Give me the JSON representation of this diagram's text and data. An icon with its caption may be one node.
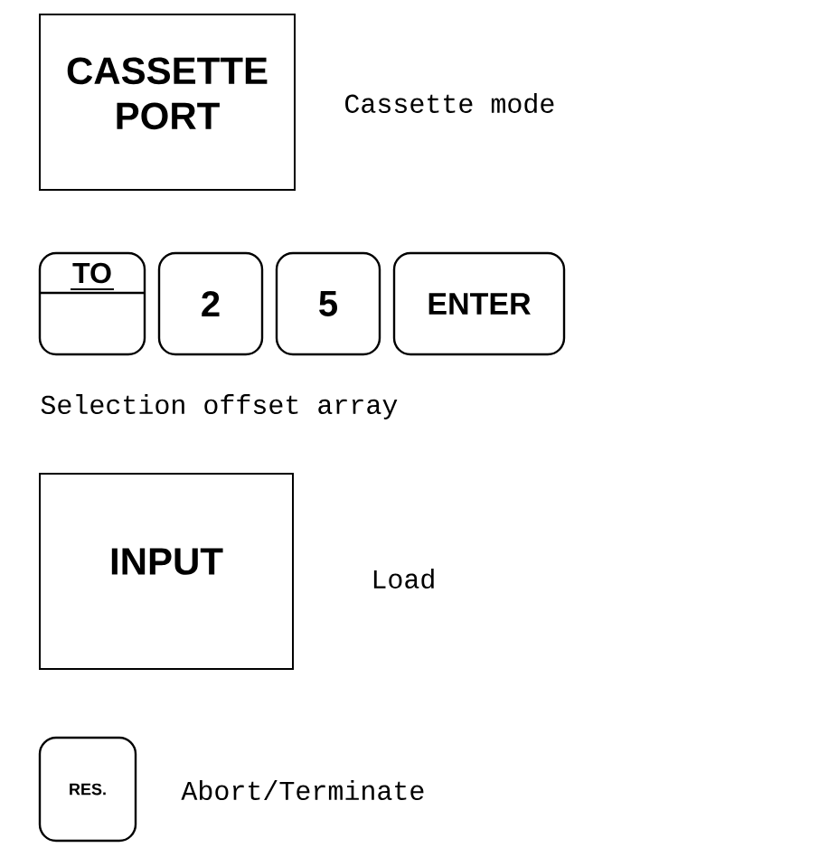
{
  "diagram": {
    "nodes": [
      {
        "text": [
          "CASSETTE PORT"
        ],
        "beside": [
          "Cassette mode"
        ]
      },
      {
        "text": [
          "TO"
        ]
      },
      {
        "text": [
          "2"
        ]
      },
      {
        "text": [
          "5"
        ]
      },
      {
        "text": [
          "ENTER"
        ]
      },
      {
        "text": [
          "INPUT"
        ],
        "beside": [
          "Load"
        ]
      },
      {
        "text": [
          "RES."
        ],
        "beside": [
          "Abort/Terminate"
        ]
      }
    ],
    "labels": [
      "Selection offset array"
    ]
  }
}
